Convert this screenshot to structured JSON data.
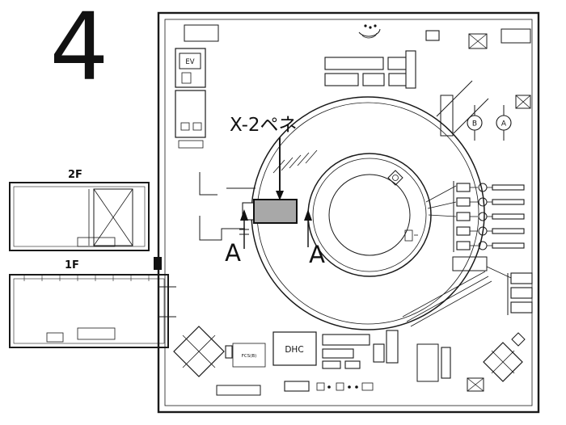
{
  "page": {
    "figure_number": "4"
  },
  "left_wing": {
    "floor2_label": "2F",
    "floor1_label": "1F"
  },
  "plan": {
    "elevator_label": "EV",
    "pene_annotation": "X-2ペネ",
    "section_marker_left": "A",
    "section_marker_right": "A",
    "grid_marker_b": "B",
    "grid_marker_a": "A",
    "dhc_label": "DHC",
    "fcs_label": "FCS(B)"
  },
  "colors": {
    "line": "#1a1a1a",
    "highlight_fill": "#a8a8a8",
    "background": "#ffffff"
  }
}
